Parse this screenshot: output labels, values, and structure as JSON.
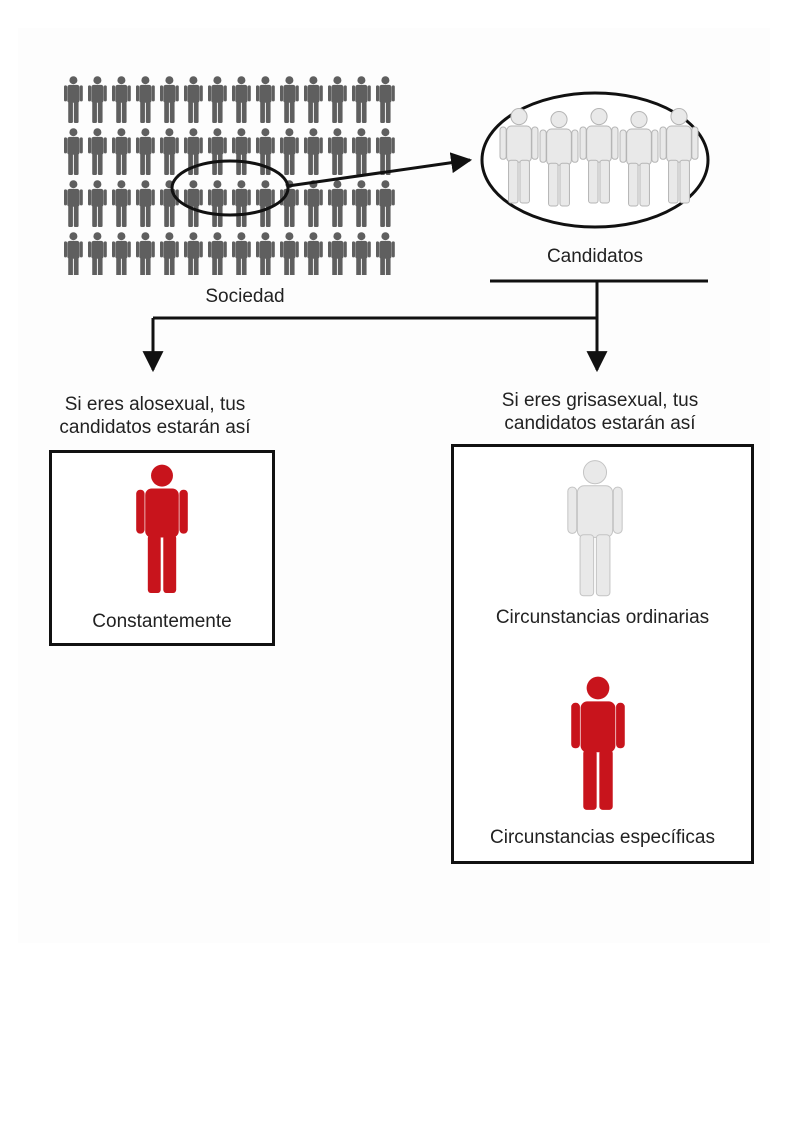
{
  "society": {
    "label": "Sociedad"
  },
  "candidates": {
    "label": "Candidatos"
  },
  "alosexual": {
    "heading_line1": "Si eres alosexual, tus",
    "heading_line2": "candidatos estarán así",
    "caption": "Constantemente"
  },
  "grisasexual": {
    "heading_line1": "Si eres grisasexual, tus",
    "heading_line2": "candidatos estarán así",
    "caption_ordinary": "Circunstancias ordinarias",
    "caption_specific": "Circunstancias específicas"
  },
  "colors": {
    "crowd": "#5f5f5f",
    "highlight_red": "#c8141c",
    "figure_white": "#e9e9e9",
    "line": "#111111"
  },
  "icons": [
    "person-icon",
    "arrow-icon"
  ]
}
